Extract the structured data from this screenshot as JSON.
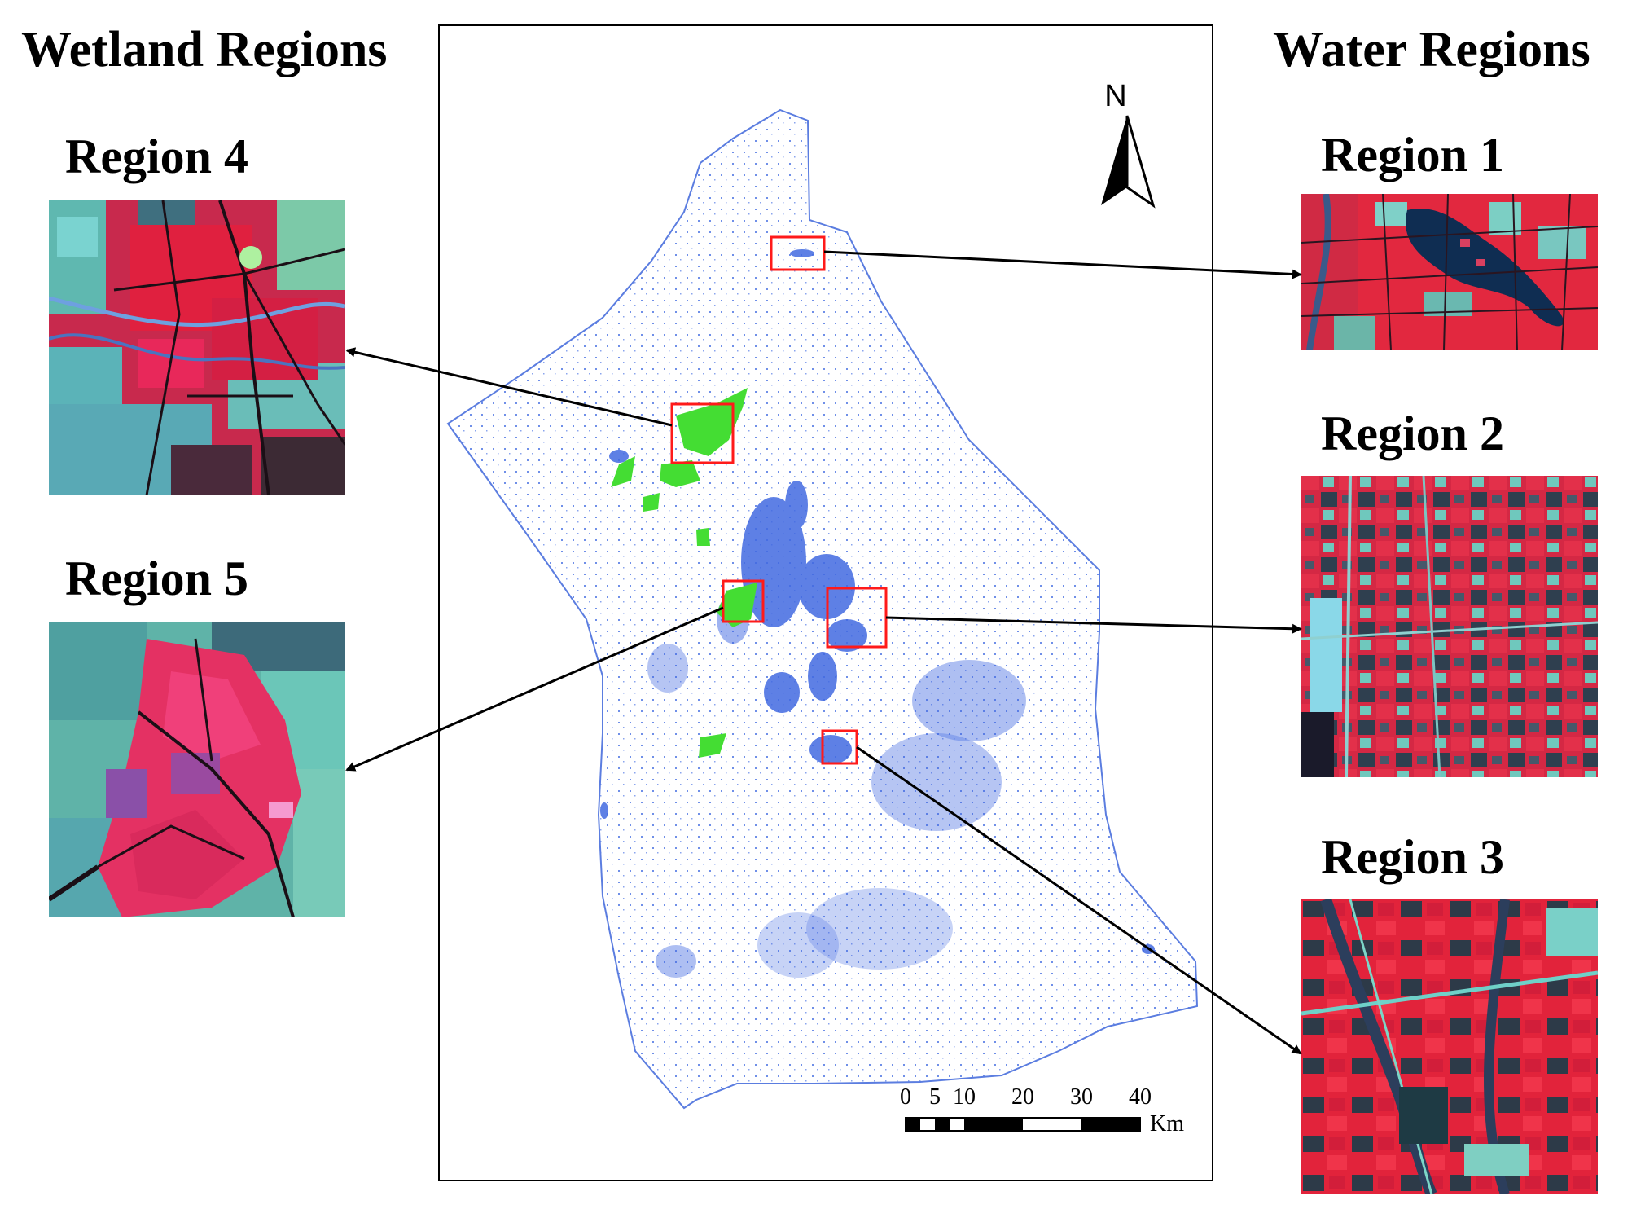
{
  "headings": {
    "wetland": "Wetland Regions",
    "water": "Water Regions"
  },
  "regions": [
    {
      "id": 1,
      "label": "Region 1",
      "group": "water"
    },
    {
      "id": 2,
      "label": "Region 2",
      "group": "water"
    },
    {
      "id": 3,
      "label": "Region 3",
      "group": "water"
    },
    {
      "id": 4,
      "label": "Region 4",
      "group": "wetland"
    },
    {
      "id": 5,
      "label": "Region 5",
      "group": "wetland"
    }
  ],
  "map": {
    "north_label": "N",
    "scale_bar": {
      "ticks": [
        "0",
        "5",
        "10",
        "20",
        "30",
        "40"
      ],
      "unit": "Km"
    }
  },
  "colors": {
    "water_class": "#4169e1",
    "wetland_class": "#44dd33",
    "region_box": "#ff1a1a",
    "arrow": "#000000",
    "false_color_vegetation": "#e0203f",
    "false_color_urban": "#6fd6c8"
  }
}
